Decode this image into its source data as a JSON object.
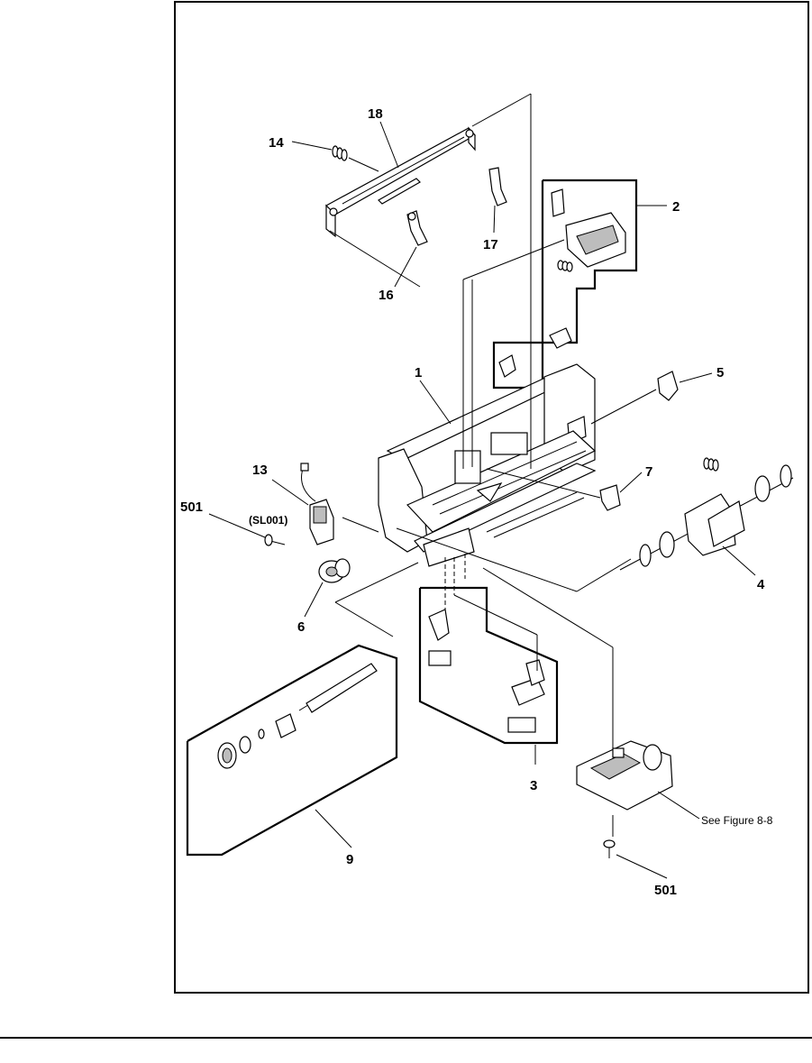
{
  "diagram": {
    "callouts": {
      "c18": "18",
      "c14": "14",
      "c2": "2",
      "c17": "17",
      "c16": "16",
      "c1": "1",
      "c5": "5",
      "c13": "13",
      "c7": "7",
      "c501a": "501",
      "csl001": "(SL001)",
      "c4": "4",
      "c6": "6",
      "c3": "3",
      "c9": "9",
      "csee": "See Figure 8-8",
      "c501b": "501"
    }
  }
}
